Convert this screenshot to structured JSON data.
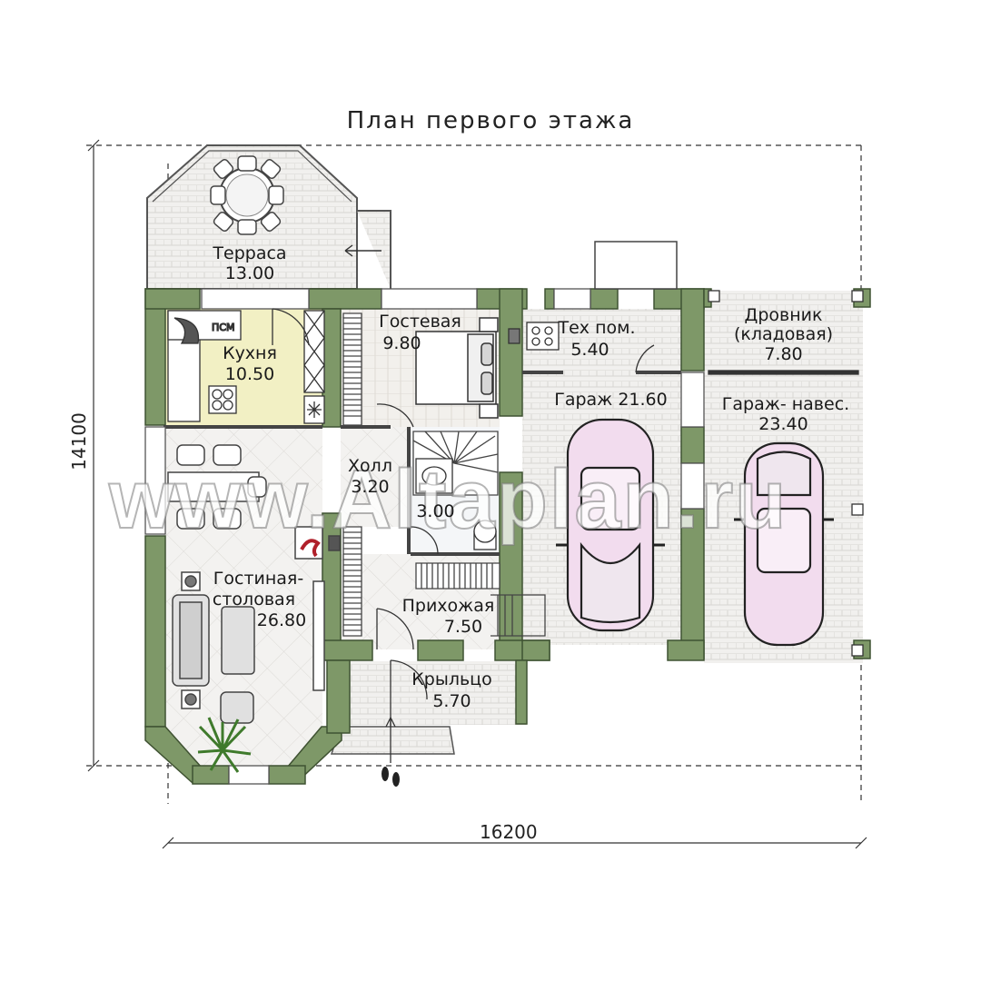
{
  "title": "План первого этажа",
  "dimensions": {
    "width": "16200",
    "height": "14100"
  },
  "watermark": "www.Altaplan.ru",
  "colors": {
    "wall": "#7e9868",
    "wall_dark": "#5f7a4e",
    "floor_tile": "#f1f0ee",
    "kitchen": "#f2f0c4",
    "car": "#f2dcee",
    "line": "#333333"
  },
  "rooms": {
    "terrace": {
      "name": "Терраса",
      "area": "13.00"
    },
    "kitchen": {
      "name": "Кухня",
      "area": "10.50",
      "appliance": "ПСМ"
    },
    "guest": {
      "name": "Гостевая",
      "area": "9.80"
    },
    "tech": {
      "name": "Тех пом.",
      "area": "5.40"
    },
    "woodshed": {
      "name": "Дровник",
      "sub": "(кладовая)",
      "area": "7.80"
    },
    "garage": {
      "name": "Гараж",
      "area": "21.60"
    },
    "carport": {
      "name": "Гараж- навес.",
      "area": "23.40"
    },
    "hall": {
      "name": "Холл",
      "area": "3.20"
    },
    "bath": {
      "area": "3.00"
    },
    "living": {
      "name_line1": "Гостиная-",
      "name_line2": "столовая",
      "area": "26.80"
    },
    "entry": {
      "name": "Прихожая",
      "area": "7.50"
    },
    "porch": {
      "name": "Крыльцо",
      "area": "5.70"
    }
  }
}
